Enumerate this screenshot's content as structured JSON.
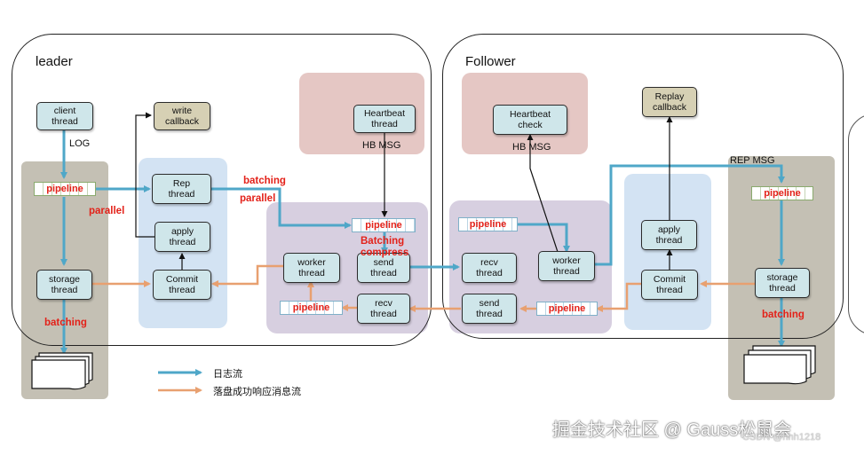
{
  "clusters": {
    "leader": "leader",
    "follower": "Follower"
  },
  "leader": {
    "client_thread": "client\nthread",
    "write_callback": "write\ncallback",
    "heartbeat_thread": "Heartbeat\nthread",
    "rep_thread": "Rep\nthread",
    "apply_thread": "apply\nthread",
    "commit_thread": "Commit\nthread",
    "storage_thread": "storage\nthread",
    "worker_thread": "worker\nthread",
    "send_thread": "send\nthread",
    "recv_thread": "recv\nthread",
    "log_label": "LOG",
    "hb_msg": "HB MSG",
    "pipeline_1": "pipeline",
    "pipeline_2": "pipeline",
    "pipeline_3": "pipeline",
    "parallel_1": "parallel",
    "batching_1": "batching",
    "parallel_2": "parallel",
    "batching_2": "batching",
    "batching_compress": "Batching\ncompress"
  },
  "follower": {
    "heartbeat_check": "Heartbeat\ncheck",
    "replay_callback": "Replay\ncallback",
    "recv_thread": "recv\nthread",
    "send_thread": "send\nthread",
    "worker_thread": "worker\nthread",
    "apply_thread": "apply\nthread",
    "commit_thread": "Commit\nthread",
    "storage_thread": "storage\nthread",
    "hb_msg": "HB MSG",
    "rep_msg": "REP MSG",
    "pipeline_1": "pipeline",
    "pipeline_2": "pipeline",
    "pipeline_3": "pipeline",
    "batching": "batching"
  },
  "legend": {
    "log_flow": "日志流",
    "ack_flow": "落盘成功响应消息流"
  },
  "watermark": "掘金技术社区 @ Gauss松鼠会",
  "csdn": "CSDN @hhh1218",
  "colors": {
    "log_flow": "#4fa7c8",
    "ack_flow": "#e8a070",
    "red_label": "#e32119",
    "box_fill": "#cfe6ea",
    "callback_fill": "#d6d0b4",
    "storage_panel": "#c4c0b4",
    "rep_panel": "#d3e3f3",
    "transport_panel": "#d7cfe0",
    "heartbeat_panel": "#e5c7c4"
  },
  "icons": {
    "storage": "document-stack-icon"
  }
}
